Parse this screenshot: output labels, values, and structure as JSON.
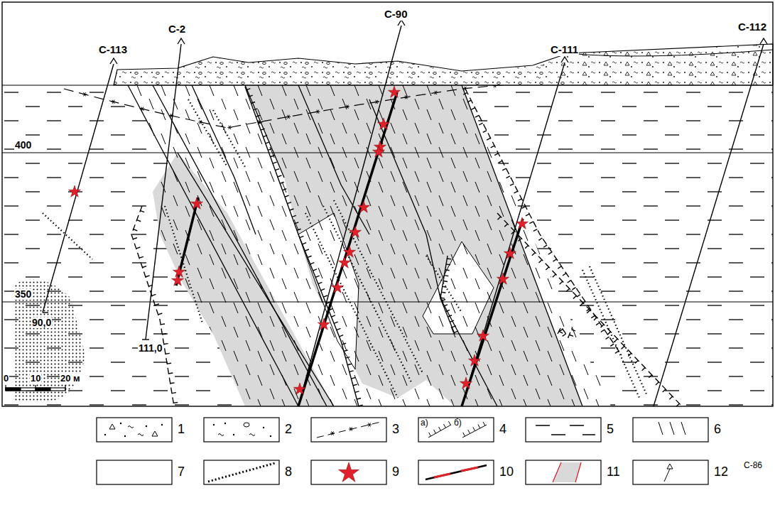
{
  "diagram": {
    "labels": [
      "С-113",
      "С-2",
      "С-90",
      "С-111",
      "С-112",
      "400",
      "350",
      "90,0",
      "111,0",
      "0",
      "10",
      "20 м",
      "а)",
      "б)",
      "С-86"
    ],
    "legend": [
      {
        "text": "1"
      },
      {
        "text": "2"
      },
      {
        "text": "3"
      },
      {
        "text": "4"
      },
      {
        "text": "5"
      },
      {
        "text": "6"
      },
      {
        "text": "7"
      },
      {
        "text": "8"
      },
      {
        "text": "9"
      },
      {
        "text": "10"
      },
      {
        "text": "11"
      },
      {
        "text": "12"
      }
    ]
  }
}
